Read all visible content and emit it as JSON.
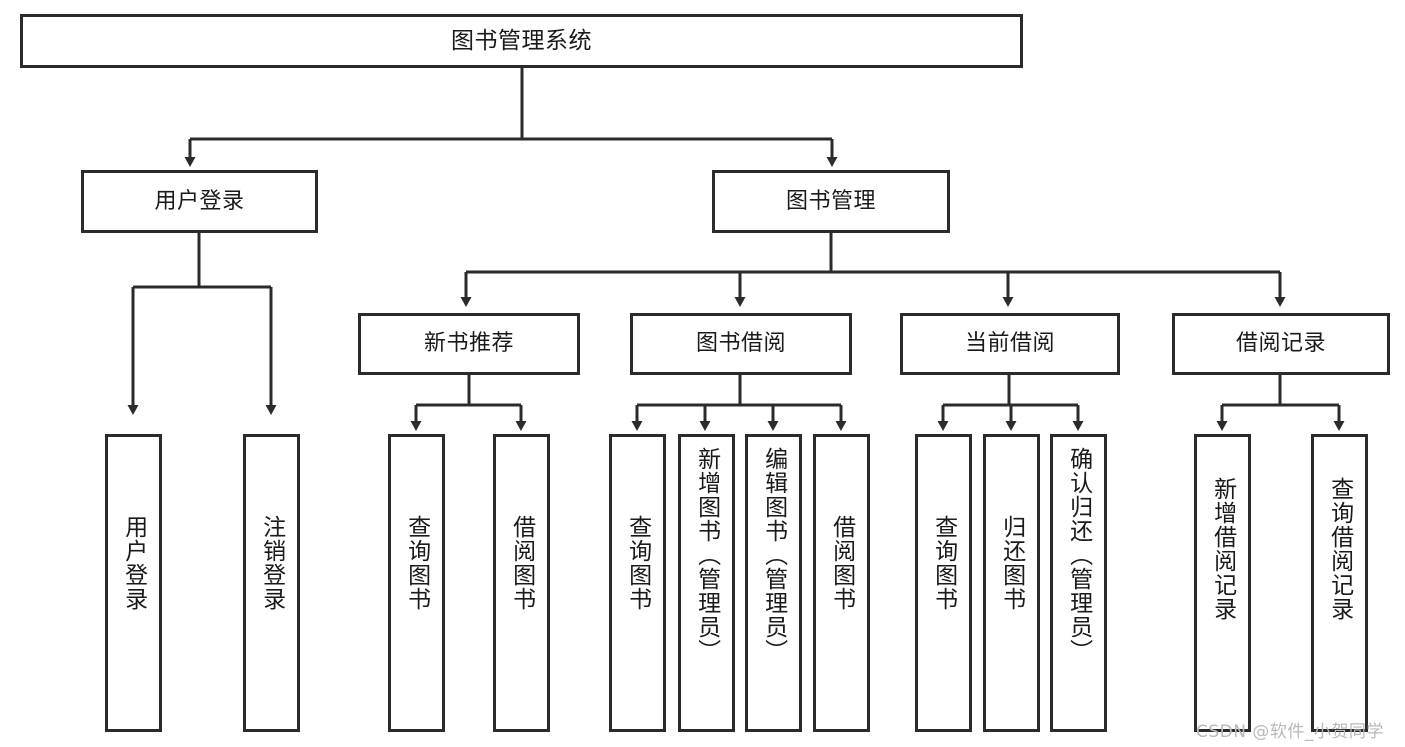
{
  "diagram": {
    "type": "hierarchy-tree",
    "title": "图书管理系统",
    "levels": 4,
    "nodes": {
      "root": {
        "label": "图书管理系统"
      },
      "l2": [
        {
          "id": "user-login",
          "label": "用户登录"
        },
        {
          "id": "book-manage",
          "label": "图书管理"
        }
      ],
      "l3": [
        {
          "id": "new-book-recommend",
          "label": "新书推荐"
        },
        {
          "id": "book-borrow",
          "label": "图书借阅"
        },
        {
          "id": "current-borrow",
          "label": "当前借阅"
        },
        {
          "id": "borrow-record",
          "label": "借阅记录"
        }
      ],
      "l4": [
        {
          "id": "leaf-user-login",
          "label": "用户登录"
        },
        {
          "id": "leaf-logout-login",
          "label": "注销登录"
        },
        {
          "id": "leaf-query-book-1",
          "label": "查询图书"
        },
        {
          "id": "leaf-borrow-book-1",
          "label": "借阅图书"
        },
        {
          "id": "leaf-query-book-2",
          "label": "查询图书"
        },
        {
          "id": "leaf-add-book",
          "label": "新增图书（管理员）"
        },
        {
          "id": "leaf-edit-book",
          "label": "编辑图书（管理员）"
        },
        {
          "id": "leaf-borrow-book-2",
          "label": "借阅图书"
        },
        {
          "id": "leaf-query-book-3",
          "label": "查询图书"
        },
        {
          "id": "leaf-return-book",
          "label": "归还图书"
        },
        {
          "id": "leaf-confirm-return",
          "label": "确认归还（管理员）"
        },
        {
          "id": "leaf-add-record",
          "label": "新增借阅记录"
        },
        {
          "id": "leaf-query-record",
          "label": "查询借阅记录"
        }
      ]
    },
    "edges": [
      {
        "from": "root",
        "to": "user-login"
      },
      {
        "from": "root",
        "to": "book-manage"
      },
      {
        "from": "user-login",
        "to": "leaf-user-login"
      },
      {
        "from": "user-login",
        "to": "leaf-logout-login"
      },
      {
        "from": "book-manage",
        "to": "new-book-recommend"
      },
      {
        "from": "book-manage",
        "to": "book-borrow"
      },
      {
        "from": "book-manage",
        "to": "current-borrow"
      },
      {
        "from": "book-manage",
        "to": "borrow-record"
      },
      {
        "from": "new-book-recommend",
        "to": "leaf-query-book-1"
      },
      {
        "from": "new-book-recommend",
        "to": "leaf-borrow-book-1"
      },
      {
        "from": "book-borrow",
        "to": "leaf-query-book-2"
      },
      {
        "from": "book-borrow",
        "to": "leaf-add-book"
      },
      {
        "from": "book-borrow",
        "to": "leaf-edit-book"
      },
      {
        "from": "book-borrow",
        "to": "leaf-borrow-book-2"
      },
      {
        "from": "current-borrow",
        "to": "leaf-query-book-3"
      },
      {
        "from": "current-borrow",
        "to": "leaf-return-book"
      },
      {
        "from": "current-borrow",
        "to": "leaf-confirm-return"
      },
      {
        "from": "borrow-record",
        "to": "leaf-add-record"
      },
      {
        "from": "borrow-record",
        "to": "leaf-query-record"
      }
    ],
    "colors": {
      "border": "#2b2b2b",
      "background": "#ffffff",
      "text": "#1a1a1a",
      "watermark": "#b8b8b8"
    }
  },
  "watermark": {
    "text": "CSDN @软件_小贺同学"
  }
}
